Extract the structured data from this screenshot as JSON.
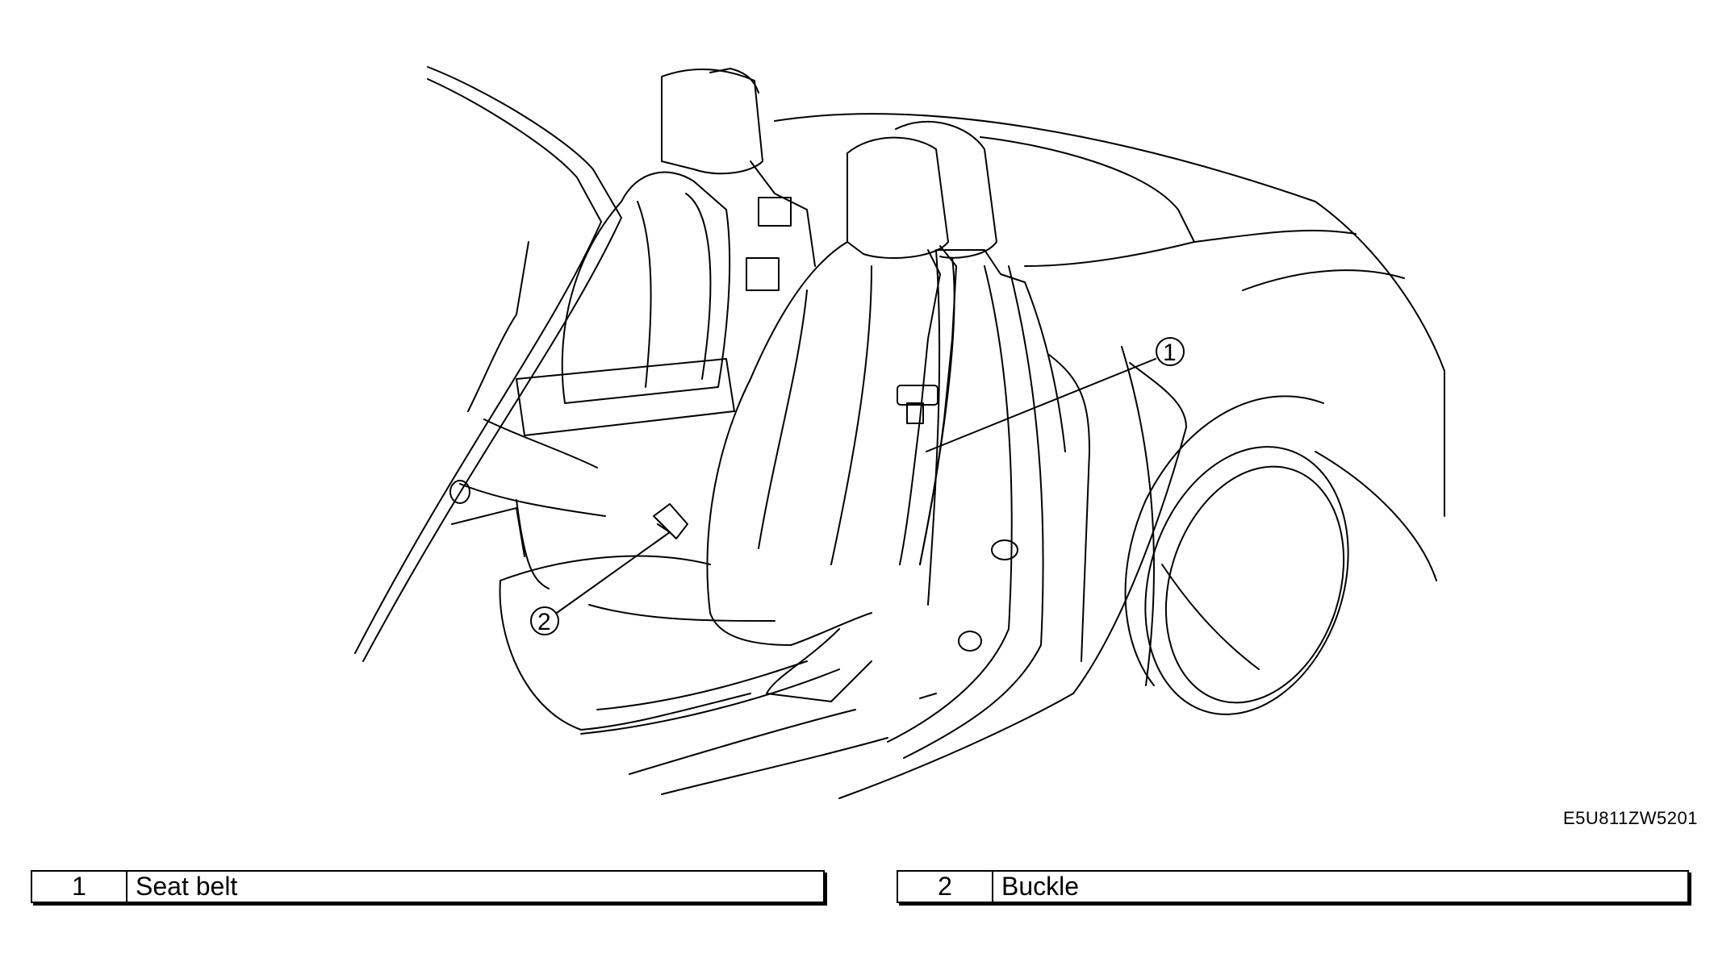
{
  "figure": {
    "code": "E5U811ZW5201",
    "callouts": [
      {
        "number": "1",
        "target": "Seat belt"
      },
      {
        "number": "2",
        "target": "Buckle"
      }
    ]
  },
  "legend": [
    {
      "number": "1",
      "label": "Seat belt"
    },
    {
      "number": "2",
      "label": "Buckle"
    }
  ]
}
